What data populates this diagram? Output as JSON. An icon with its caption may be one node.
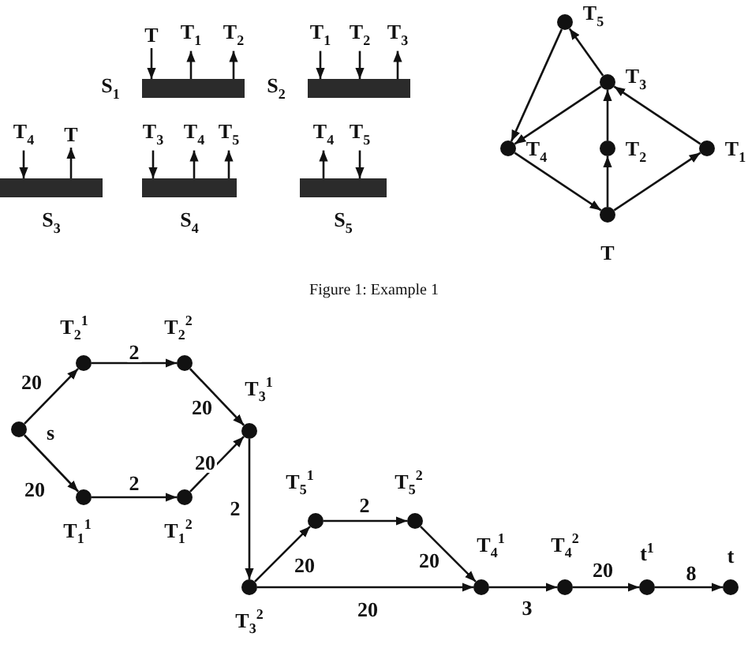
{
  "diagram": {
    "caption": "Figure 1: Example 1",
    "nodes": [
      {
        "text": [],
        "shape": "bar",
        "beside": [
          "S$_{1}$"
        ]
      },
      {
        "text": [
          "T"
        ]
      },
      {
        "text": [
          "T$_{1}$"
        ]
      },
      {
        "text": [
          "T$_{2}$"
        ]
      },
      {
        "text": [],
        "shape": "bar",
        "beside": [
          "S$_{2}$"
        ]
      },
      {
        "text": [
          "T$_{1}$"
        ]
      },
      {
        "text": [
          "T$_{2}$"
        ]
      },
      {
        "text": [
          "T$_{3}$"
        ]
      },
      {
        "text": [],
        "shape": "bar",
        "beside": [
          "S$_{3}$"
        ]
      },
      {
        "text": [
          "T$_{4}$"
        ]
      },
      {
        "text": [
          "T"
        ]
      },
      {
        "text": [],
        "shape": "bar",
        "beside": [
          "S$_{4}$"
        ]
      },
      {
        "text": [
          "T$_{3}$"
        ]
      },
      {
        "text": [
          "T$_{4}$"
        ]
      },
      {
        "text": [
          "T$_{5}$"
        ]
      },
      {
        "text": [],
        "shape": "bar",
        "beside": [
          "S$_{5}$"
        ]
      },
      {
        "text": [
          "T$_{4}$"
        ]
      },
      {
        "text": [
          "T$_{5}$"
        ]
      },
      {
        "text": [],
        "shape": "circle",
        "beside": [
          "T$_{5}$"
        ]
      },
      {
        "text": [],
        "shape": "circle",
        "beside": [
          "T$_{3}$"
        ]
      },
      {
        "text": [],
        "shape": "circle",
        "beside": [
          "T$_{4}$"
        ]
      },
      {
        "text": [],
        "shape": "circle",
        "beside": [
          "T$_{2}$"
        ]
      },
      {
        "text": [],
        "shape": "circle",
        "beside": [
          "T$_{1}$"
        ]
      },
      {
        "text": [],
        "shape": "circle",
        "beside": [
          "T"
        ]
      },
      {
        "text": [],
        "shape": "circle",
        "beside": [
          "s"
        ]
      },
      {
        "text": [],
        "shape": "circle",
        "beside": [
          "T$_{2}$$^{1}$"
        ]
      },
      {
        "text": [],
        "shape": "circle",
        "beside": [
          "T$_{2}$$^{2}$"
        ]
      },
      {
        "text": [],
        "shape": "circle",
        "beside": [
          "T$_{3}$$^{1}$"
        ]
      },
      {
        "text": [],
        "shape": "circle",
        "beside": [
          "T$_{1}$$^{1}$"
        ]
      },
      {
        "text": [],
        "shape": "circle",
        "beside": [
          "T$_{1}$$^{2}$"
        ]
      },
      {
        "text": [],
        "shape": "circle",
        "beside": [
          "T$_{3}$$^{2}$"
        ]
      },
      {
        "text": [],
        "shape": "circle",
        "beside": [
          "T$_{5}$$^{1}$"
        ]
      },
      {
        "text": [],
        "shape": "circle",
        "beside": [
          "T$_{5}$$^{2}$"
        ]
      },
      {
        "text": [],
        "shape": "circle",
        "beside": [
          "T$_{4}$$^{1}$"
        ]
      },
      {
        "text": [],
        "shape": "circle",
        "beside": [
          "T$_{4}$$^{2}$"
        ]
      },
      {
        "text": [],
        "shape": "circle",
        "beside": [
          "t$^{1}$"
        ]
      },
      {
        "text": [],
        "shape": "circle",
        "beside": [
          "t"
        ]
      }
    ],
    "edges": [
      {
        "from": 1,
        "to": 0,
        "arrow": "to"
      },
      {
        "from": 0,
        "to": 2,
        "arrow": "to"
      },
      {
        "from": 0,
        "to": 3,
        "arrow": "to"
      },
      {
        "from": 5,
        "to": 4,
        "arrow": "to"
      },
      {
        "from": 6,
        "to": 4,
        "arrow": "to"
      },
      {
        "from": 4,
        "to": 7,
        "arrow": "to"
      },
      {
        "from": 9,
        "to": 8,
        "arrow": "to"
      },
      {
        "from": 8,
        "to": 10,
        "arrow": "to"
      },
      {
        "from": 12,
        "to": 11,
        "arrow": "to"
      },
      {
        "from": 11,
        "to": 13,
        "arrow": "to"
      },
      {
        "from": 11,
        "to": 14,
        "arrow": "to"
      },
      {
        "from": 15,
        "to": 16,
        "arrow": "to"
      },
      {
        "from": 17,
        "to": 15,
        "arrow": "to"
      },
      {
        "from": 19,
        "to": 18,
        "arrow": "to"
      },
      {
        "from": 18,
        "to": 20,
        "arrow": "to"
      },
      {
        "from": 19,
        "to": 20,
        "arrow": "to"
      },
      {
        "from": 20,
        "to": 23,
        "arrow": "to"
      },
      {
        "from": 23,
        "to": 21,
        "arrow": "to"
      },
      {
        "from": 21,
        "to": 19,
        "arrow": "to"
      },
      {
        "from": 23,
        "to": 22,
        "arrow": "to"
      },
      {
        "from": 22,
        "to": 19,
        "arrow": "to"
      },
      {
        "from": 24,
        "to": 25,
        "arrow": "to",
        "label": "20"
      },
      {
        "from": 25,
        "to": 26,
        "arrow": "to",
        "label": "2"
      },
      {
        "from": 26,
        "to": 27,
        "arrow": "to",
        "label": "20"
      },
      {
        "from": 24,
        "to": 28,
        "arrow": "to",
        "label": "20"
      },
      {
        "from": 28,
        "to": 29,
        "arrow": "to",
        "label": "2"
      },
      {
        "from": 29,
        "to": 27,
        "arrow": "to",
        "label": "20"
      },
      {
        "from": 27,
        "to": 30,
        "arrow": "to",
        "label": "2"
      },
      {
        "from": 30,
        "to": 31,
        "arrow": "to",
        "label": "20"
      },
      {
        "from": 31,
        "to": 32,
        "arrow": "to",
        "label": "2"
      },
      {
        "from": 32,
        "to": 33,
        "arrow": "to",
        "label": "20"
      },
      {
        "from": 30,
        "to": 33,
        "arrow": "to",
        "label": "20"
      },
      {
        "from": 33,
        "to": 34,
        "arrow": "to",
        "label": "3"
      },
      {
        "from": 34,
        "to": 35,
        "arrow": "to",
        "label": "20"
      },
      {
        "from": 35,
        "to": 36,
        "arrow": "to",
        "label": "8"
      }
    ]
  }
}
